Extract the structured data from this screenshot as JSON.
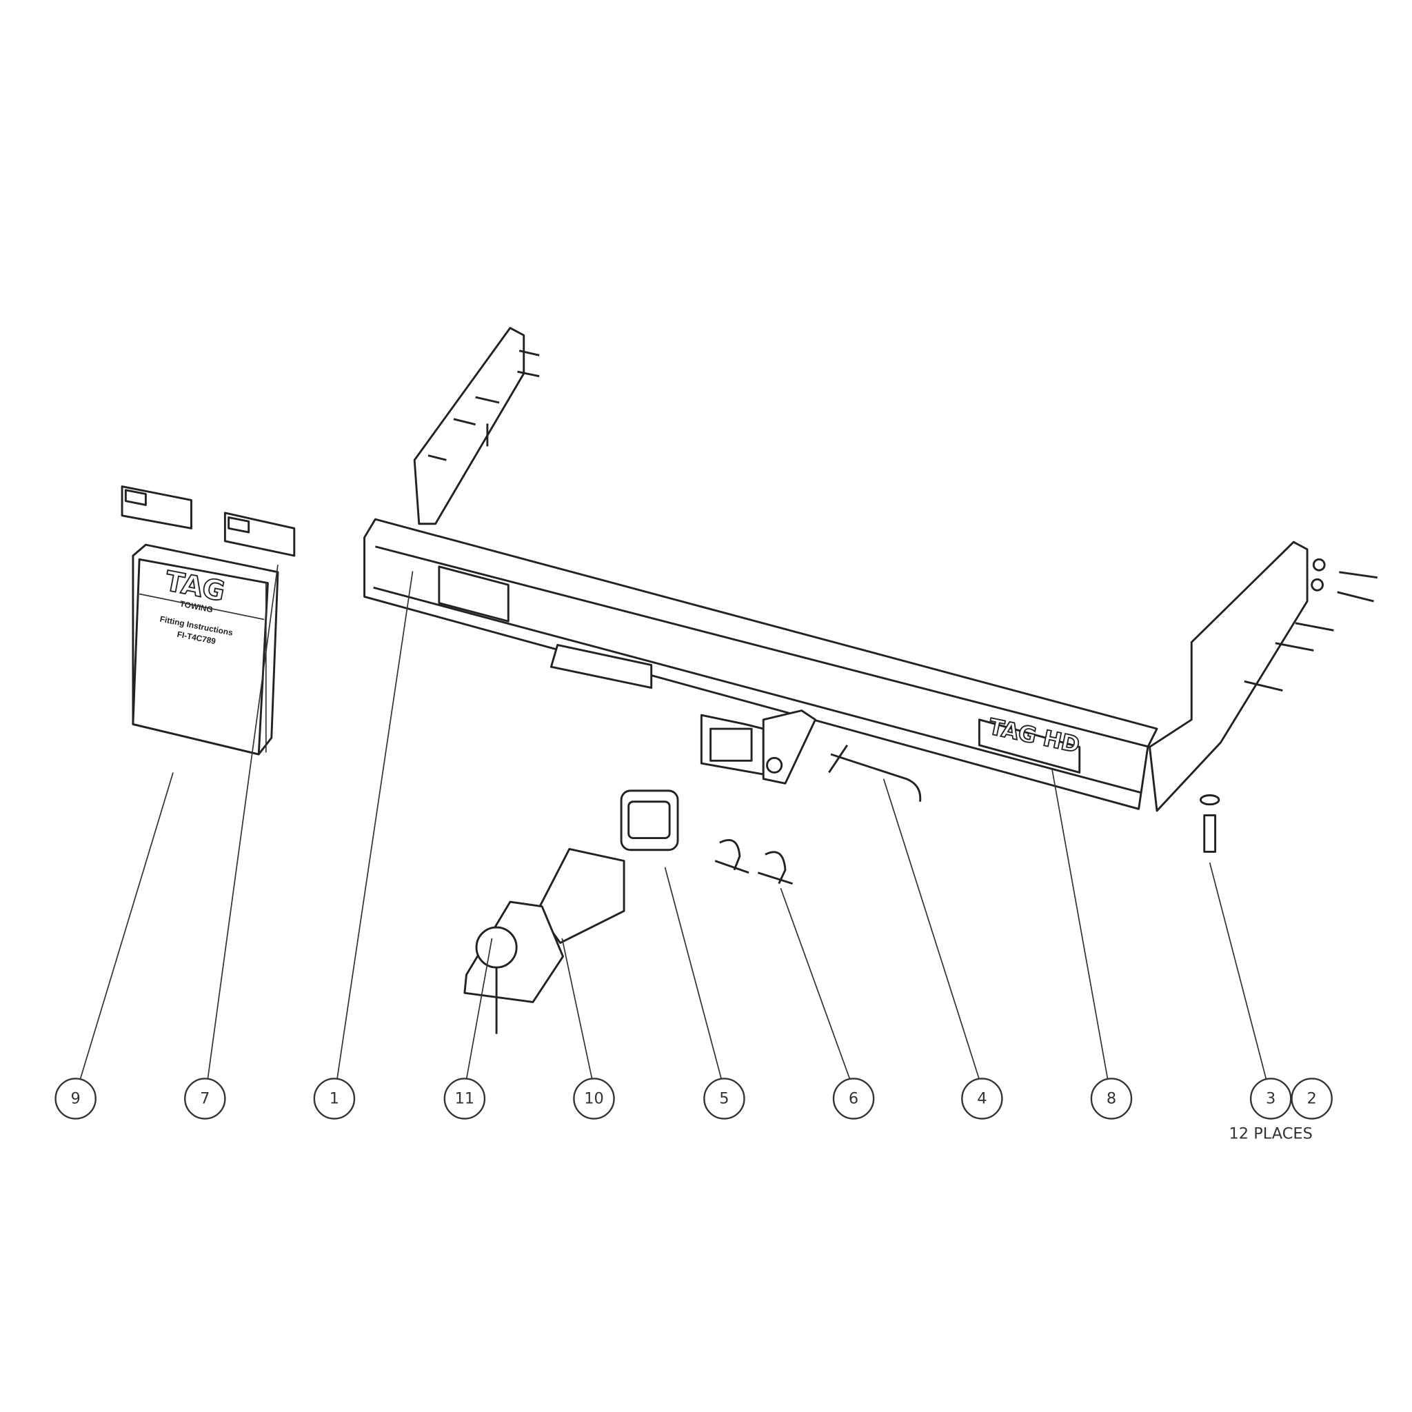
{
  "manual": {
    "brand": "TAG",
    "brand_sub": "TOWING",
    "title": "Fitting Instructions",
    "code": "FI-T4C789"
  },
  "beam_logo": "TAG HD",
  "balloons": [
    "9",
    "7",
    "1",
    "11",
    "10",
    "5",
    "6",
    "4",
    "8",
    "3",
    "2"
  ],
  "note": "12 PLACES"
}
